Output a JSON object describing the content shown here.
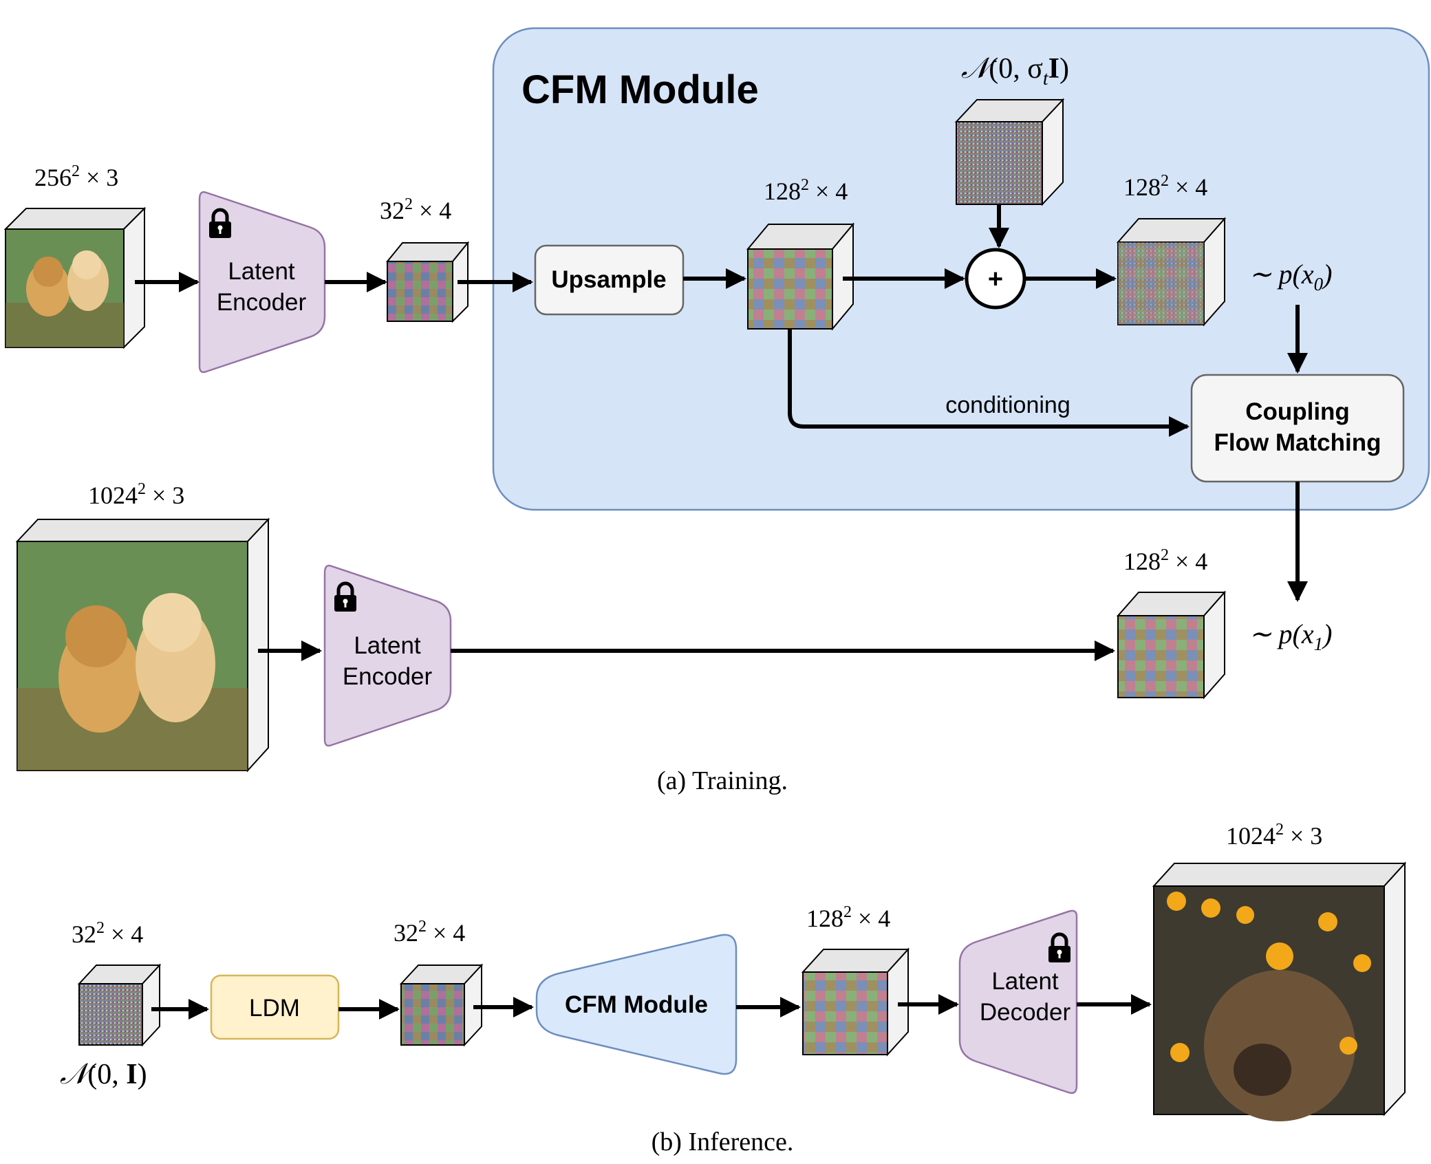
{
  "cfm_region": {
    "title": "CFM Module",
    "fill": "#d6e4f8",
    "stroke": "#6c8ebf"
  },
  "colors": {
    "encoder_fill": "#e1d5e7",
    "encoder_stroke": "#9673a6",
    "ldm_fill": "#fff2cc",
    "ldm_stroke": "#d6b656",
    "cfm_fill": "#dae8fc",
    "cfm_stroke": "#6c8ebf",
    "box_fill": "#f5f5f5",
    "box_stroke": "#666666"
  },
  "training": {
    "caption": "(a) Training.",
    "input_small": {
      "base": "256",
      "exp": "2",
      "rest": " × 3"
    },
    "latent_small": {
      "base": "32",
      "exp": "2",
      "rest": " × 4"
    },
    "latent_up": {
      "base": "128",
      "exp": "2",
      "rest": " × 4"
    },
    "latent_noisy": {
      "base": "128",
      "exp": "2",
      "rest": " × 4"
    },
    "input_large": {
      "base": "1024",
      "exp": "2",
      "rest": " × 3"
    },
    "latent_target": {
      "base": "128",
      "exp": "2",
      "rest": " × 4"
    },
    "encoder_top": {
      "line1": "Latent",
      "line2": "Encoder",
      "icon": "lock-icon"
    },
    "encoder_bottom": {
      "line1": "Latent",
      "line2": "Encoder",
      "icon": "lock-icon"
    },
    "upsample": "Upsample",
    "plus": "+",
    "noise": {
      "script_n": "𝒩",
      "args": "(0, σ",
      "sub": "t",
      "bold": "I",
      "close": ")"
    },
    "conditioning": "conditioning",
    "coupling": {
      "line1": "Coupling",
      "line2": "Flow Matching"
    },
    "p_x0": {
      "tilde": "∼ p(x",
      "sub": "0",
      "close": ")"
    },
    "p_x1": {
      "tilde": "∼ p(x",
      "sub": "1",
      "close": ")"
    }
  },
  "inference": {
    "caption": "(b) Inference.",
    "noise_latent": {
      "base": "32",
      "exp": "2",
      "rest": " × 4"
    },
    "noise_label": {
      "script_n": "𝒩",
      "args": "(0, ",
      "bold": "I",
      "close": ")"
    },
    "ldm": "LDM",
    "ldm_latent": {
      "base": "32",
      "exp": "2",
      "rest": " × 4"
    },
    "cfm": "CFM Module",
    "cfm_latent": {
      "base": "128",
      "exp": "2",
      "rest": " × 4"
    },
    "decoder": {
      "line1": "Latent",
      "line2": "Decoder",
      "icon": "lock-icon"
    },
    "output": {
      "base": "1024",
      "exp": "2",
      "rest": " × 3"
    }
  }
}
